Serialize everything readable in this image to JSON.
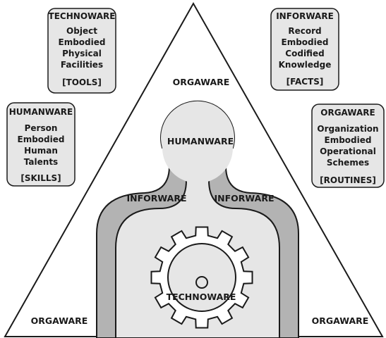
{
  "colors": {
    "outline": "#1a1a1a",
    "box_fill": "#e6e6e6",
    "triangle_fill": "#ffffff",
    "inner_gray": "#b3b3b3",
    "inner_light": "#e6e6e6"
  },
  "boxes": {
    "technoware": {
      "title": "TECHNOWARE",
      "lines": [
        "Object",
        "Embodied",
        "Physical",
        "Facilities"
      ],
      "tag": "[TOOLS]"
    },
    "inforware": {
      "title": "INFORWARE",
      "lines": [
        "Record",
        "Embodied",
        "Codified",
        "Knowledge"
      ],
      "tag": "[FACTS]"
    },
    "humanware": {
      "title": "HUMANWARE",
      "lines": [
        "Person",
        "Embodied",
        "Human",
        "Talents"
      ],
      "tag": "[SKILLS]"
    },
    "orgaware": {
      "title": "ORGAWARE",
      "lines": [
        "Organization",
        "Embodied",
        "Operational",
        "Schemes"
      ],
      "tag": "[ROUTINES]"
    }
  },
  "triangle": {
    "orgaware_top": "ORGAWARE",
    "orgaware_bottom_left": "ORGAWARE",
    "orgaware_bottom_right": "ORGAWARE",
    "humanware": "HUMANWARE",
    "inforware_left": "INFORWARE",
    "inforware_right": "INFORWARE",
    "technoware": "TECHNOWARE"
  }
}
